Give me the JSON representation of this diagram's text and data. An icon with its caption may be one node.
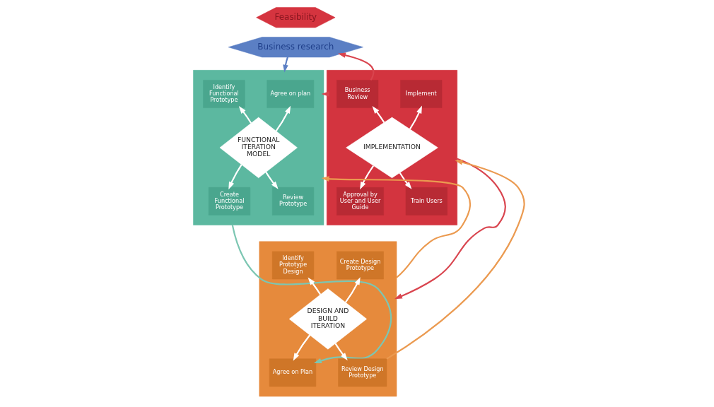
{
  "diagram": {
    "nodes": [
      {
        "text": [
          "Feasibility"
        ]
      },
      {
        "text": [
          "Business research"
        ]
      },
      {
        "text": [],
        "shape": "box"
      },
      {
        "text": [
          "Identify Functional Prototype"
        ],
        "in": 2
      },
      {
        "text": [
          "Agree on plan"
        ],
        "in": 2
      },
      {
        "text": [
          "FUNCTIONAL ITERATION MODEL"
        ],
        "in": 2
      },
      {
        "text": [
          "Create Functional Prototype"
        ],
        "in": 2
      },
      {
        "text": [
          "Review Prototype"
        ],
        "in": 2
      },
      {
        "text": [],
        "shape": "box"
      },
      {
        "text": [
          "Business Review"
        ],
        "in": 8
      },
      {
        "text": [
          "Implement"
        ],
        "in": 8
      },
      {
        "text": [
          "IMPLEMENTATION"
        ],
        "in": 8
      },
      {
        "text": [
          "Approval by User and User Guide"
        ],
        "in": 8
      },
      {
        "text": [
          "Train Users"
        ],
        "in": 8
      },
      {
        "text": [],
        "shape": "box"
      },
      {
        "text": [
          "Identify Prototype Design"
        ],
        "in": 14
      },
      {
        "text": [
          "Create Design Prototype"
        ],
        "in": 14
      },
      {
        "text": [
          "DESIGN AND BUILD ITERATION"
        ],
        "in": 14
      },
      {
        "text": [
          "Agree on Plan"
        ],
        "in": 14
      },
      {
        "text": [
          "Review Design Prototype"
        ],
        "in": 14
      }
    ],
    "edges": [
      {
        "from": 1,
        "to": 2,
        "arrow": "to",
        "color": "#5b7fc4"
      },
      {
        "from": 9,
        "to": 1,
        "arrow": "to",
        "color": "#d9444e"
      },
      {
        "from": 8,
        "to": 2,
        "arrow": "to",
        "color": "#d9444e"
      },
      {
        "from": 8,
        "to": 14,
        "arrow": "to",
        "color": "#d9444e"
      },
      {
        "from": 2,
        "to": 18,
        "arrow": "to",
        "color": "#7cc6b2"
      },
      {
        "from": 14,
        "to": 2,
        "arrow": "to",
        "color": "#eb9a50"
      },
      {
        "from": 19,
        "to": 8,
        "arrow": "to",
        "color": "#eb9a50"
      },
      {
        "from": 5,
        "to": 3,
        "arrow": "to"
      },
      {
        "from": 5,
        "to": 4,
        "arrow": "to"
      },
      {
        "from": 5,
        "to": 6,
        "arrow": "to"
      },
      {
        "from": 5,
        "to": 7,
        "arrow": "to"
      },
      {
        "from": 11,
        "to": 9,
        "arrow": "to"
      },
      {
        "from": 11,
        "to": 10,
        "arrow": "to"
      },
      {
        "from": 11,
        "to": 12,
        "arrow": "to"
      },
      {
        "from": 11,
        "to": 13,
        "arrow": "to"
      },
      {
        "from": 17,
        "to": 15,
        "arrow": "to"
      },
      {
        "from": 17,
        "to": 16,
        "arrow": "to"
      },
      {
        "from": 17,
        "to": 18,
        "arrow": "to"
      },
      {
        "from": 17,
        "to": 19,
        "arrow": "to"
      }
    ]
  }
}
